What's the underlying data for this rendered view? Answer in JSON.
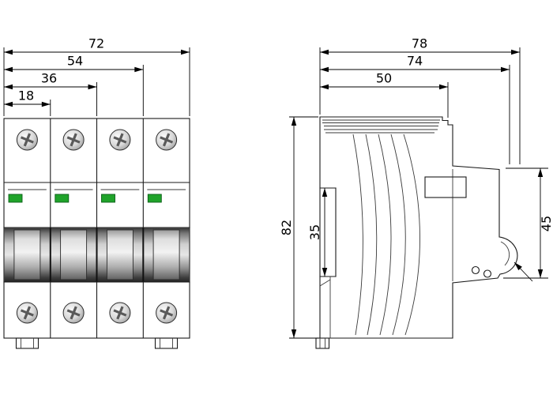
{
  "dims": {
    "front": {
      "total": "72",
      "three_modules": "54",
      "two_modules": "36",
      "one_module": "18"
    },
    "side": {
      "depth_total": "78",
      "depth_front": "74",
      "depth_body": "50",
      "height_total": "82",
      "rail_channel": "35",
      "front_face": "45"
    }
  },
  "colors": {
    "indicator_green": "#1fa32a",
    "line": "#1a1a1a",
    "background": "#ffffff"
  }
}
